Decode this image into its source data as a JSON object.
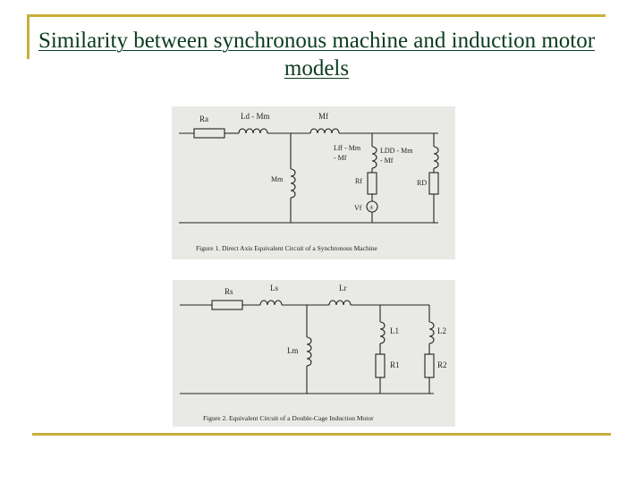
{
  "slide": {
    "title": "Similarity between synchronous machine and induction motor models"
  },
  "figure1": {
    "caption": "Figure 1. Direct Axis Equivalent Circuit of a Synchronous Machine",
    "labels": {
      "ra": "Ra",
      "ld_mm": "Ld - Mm",
      "mf": "Mf",
      "lff_mm": "Lff - Mm",
      "lff_mf": "- Mf",
      "ldd_mm": "LDD - Mm",
      "ldd_mf": "- Mf",
      "mm": "Mm",
      "rf": "Rf",
      "rd": "RD",
      "vf": "Vf"
    }
  },
  "figure2": {
    "caption": "Figure 2.  Equivalent Circuit of a Double-Cage Induction Motor",
    "labels": {
      "rs": "Rs",
      "ls": "Ls",
      "lr": "Lr",
      "lm": "Lm",
      "l1": "L1",
      "l2": "L2",
      "r1": "R1",
      "r2": "R2"
    }
  },
  "colors": {
    "accent": "#c8b03a",
    "title": "#0b3b20",
    "figure_bg": "#e9e9e6",
    "ink": "#222222"
  }
}
